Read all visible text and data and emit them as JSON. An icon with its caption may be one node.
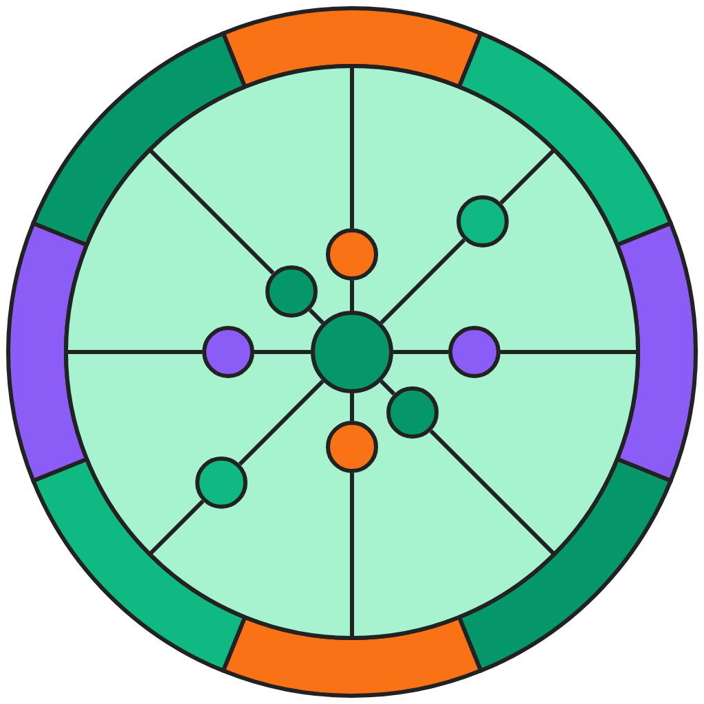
{
  "diagram": {
    "nodes": [
      {
        "text": [],
        "shape": "circle"
      },
      {
        "text": [],
        "shape": "circle"
      },
      {
        "text": [],
        "shape": "circle"
      },
      {
        "text": [],
        "shape": "circle"
      },
      {
        "text": [],
        "shape": "circle"
      },
      {
        "text": [],
        "shape": "circle"
      },
      {
        "text": [],
        "shape": "circle"
      },
      {
        "text": [],
        "shape": "circle"
      },
      {
        "text": [],
        "shape": "circle"
      }
    ],
    "edges": [
      {
        "from": 4,
        "to": 0,
        "arrow": "none"
      },
      {
        "from": 4,
        "to": 1,
        "arrow": "none"
      },
      {
        "from": 4,
        "to": 2,
        "arrow": "none"
      },
      {
        "from": 4,
        "to": 3,
        "arrow": "none"
      },
      {
        "from": 4,
        "to": 5,
        "arrow": "none"
      },
      {
        "from": 4,
        "to": 6,
        "arrow": "none"
      },
      {
        "from": 4,
        "to": 7,
        "arrow": "none"
      },
      {
        "from": 4,
        "to": 8,
        "arrow": "none"
      }
    ]
  }
}
